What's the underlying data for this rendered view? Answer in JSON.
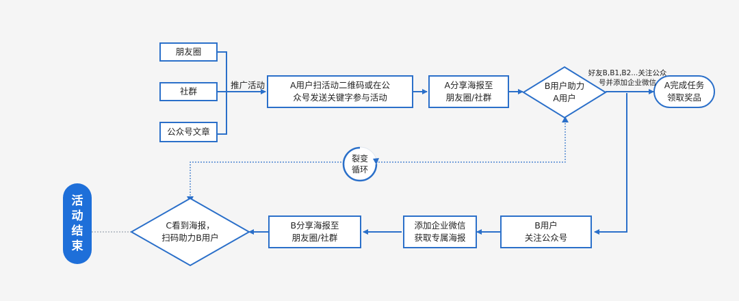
{
  "nodes": {
    "moments": "朋友圈",
    "community": "社群",
    "official_article": "公众号文章",
    "promote_label": "推广活动",
    "a_scan": "A用户扫活动二维码或在公\n众号发送关键字参与活动",
    "a_share": "A分享海报至\n朋友圈/社群",
    "b_help": "B用户助力\nA用户",
    "friends_follow": "好友B,B1,B2...关注公众\n号并添加企业微信",
    "a_complete": "A完成任务\n领取奖品",
    "fission_loop": "裂变\n循环",
    "b_follow": "B用户\n关注公众号",
    "add_wecom": "添加企业微信\n获取专属海报",
    "b_share": "B分享海报至\n朋友圈/社群",
    "c_see": "C看到海报，\n扫码助力B用户",
    "end": "活\n动\n结\n束"
  },
  "colors": {
    "primary": "#2a6fc9",
    "end_fill": "#1e6fd9",
    "background": "#f5f5f5"
  }
}
